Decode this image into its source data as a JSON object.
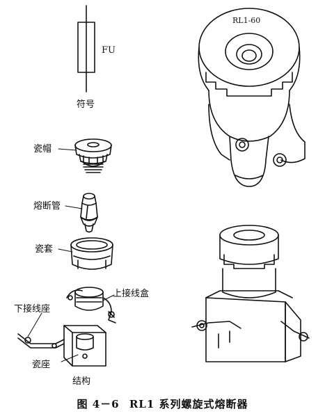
{
  "symbol": {
    "code": "FU",
    "caption": "符号"
  },
  "parts": {
    "cap": "瓷帽",
    "fuse_tube": "熔断管",
    "sleeve": "瓷套",
    "upper_terminal": "上接线盒",
    "lower_terminal": "下接线座",
    "base": "瓷座",
    "structure": "结构"
  },
  "assembly": {
    "model": "RL1-60"
  },
  "caption": {
    "figure": "图 4－6",
    "title": "RL1 系列螺旋式熔断器"
  }
}
